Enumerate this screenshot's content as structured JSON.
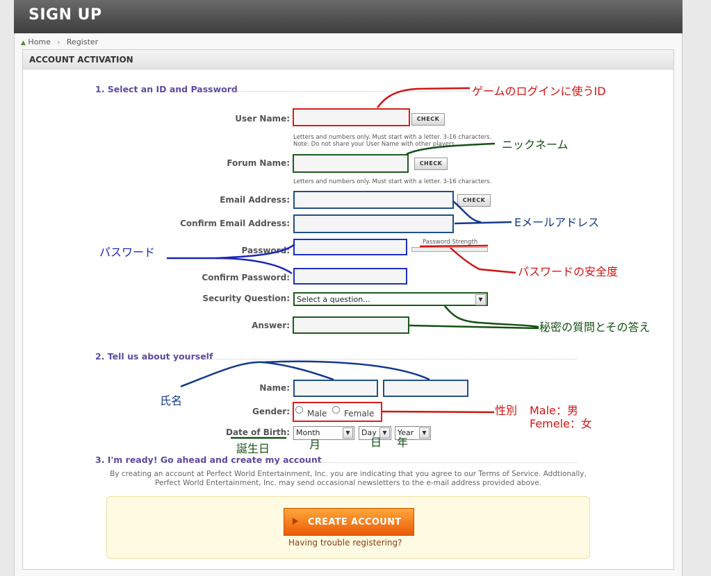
{
  "header": {
    "title": "SIGN UP"
  },
  "breadcrumb": {
    "home": "Home",
    "current": "Register"
  },
  "panel": {
    "title": "ACCOUNT ACTIVATION"
  },
  "sections": {
    "s1": "1. Select an ID and Password",
    "s2": "2. Tell us about yourself",
    "s3": "3. I'm ready! Go ahead and create my account"
  },
  "labels": {
    "user_name": "User Name:",
    "forum_name": "Forum Name:",
    "email": "Email Address:",
    "confirm_email": "Confirm Email Address:",
    "password": "Password:",
    "confirm_password": "Confirm Password:",
    "security_question": "Security Question:",
    "answer": "Answer:",
    "name": "Name:",
    "gender": "Gender:",
    "dob": "Date of Birth:"
  },
  "buttons": {
    "check": "CHECK",
    "create": "CREATE ACCOUNT"
  },
  "hints": {
    "user_line1": "Letters and numbers only. Must start with a letter. 3-16 characters.",
    "user_line2": "Note: Do not share your User Name with other players.",
    "forum": "Letters and numbers only. Must start with a letter. 3-16 characters."
  },
  "password_strength": "Password Strength",
  "selects": {
    "security_question": "Select a question...",
    "month": "Month",
    "day": "Day",
    "year": "Year"
  },
  "gender_options": {
    "male": "Male",
    "female": "Female"
  },
  "terms": "By creating an account at Perfect World Entertainment, Inc. you are indicating that you agree to our Terms of Service. Addtionally, Perfect World Entertainment, Inc. may send occasional newsletters to the e-mail address provided above.",
  "trouble_link": "Having trouble registering?",
  "annotations": {
    "login_id": "ゲームのログインに使うID",
    "nickname": "ニックネーム",
    "email": "Eメールアドレス",
    "password": "パスワード",
    "password_strength": "パスワードの安全度",
    "secret_question": "秘密の質問とその答え",
    "full_name": "氏名",
    "gender": "性別",
    "male_meaning": "Male：男",
    "female_meaning": "Femele：女",
    "birthday": "誕生日",
    "month": "月",
    "day": "日",
    "year": "年"
  },
  "colors": {
    "red": "#d11414",
    "green": "#145014",
    "blue": "#123a8c",
    "navy": "#1b27b8",
    "section": "#5e4aa0",
    "cta": "#ea5a08"
  }
}
